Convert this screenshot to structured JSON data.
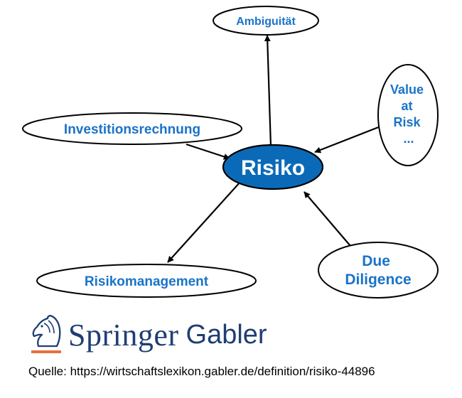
{
  "diagram": {
    "center": {
      "label": "Risiko"
    },
    "nodes": [
      {
        "id": "ambiguitaet",
        "lines": [
          "Ambiguität"
        ],
        "relation": "outgoing"
      },
      {
        "id": "value-at-risk",
        "lines": [
          "Value",
          "at",
          "Risk",
          "..."
        ],
        "relation": "incoming"
      },
      {
        "id": "investitionsrechnung",
        "lines": [
          "Investitionsrechnung"
        ],
        "relation": "incoming"
      },
      {
        "id": "risikomanagement",
        "lines": [
          "Risikomanagement"
        ],
        "relation": "outgoing"
      },
      {
        "id": "due-diligence",
        "lines": [
          "Due",
          "Diligence"
        ],
        "relation": "incoming"
      }
    ]
  },
  "footer": {
    "brand_main": "Springer",
    "brand_sub": "Gabler",
    "source": "Quelle: https://wirtschaftslexikon.gabler.de/definition/risiko-44896"
  },
  "colors": {
    "node_text": "#1a73c8",
    "center_fill": "#0b6ab8",
    "brand": "#1f3e73",
    "brand_accent": "#e96f3c"
  }
}
